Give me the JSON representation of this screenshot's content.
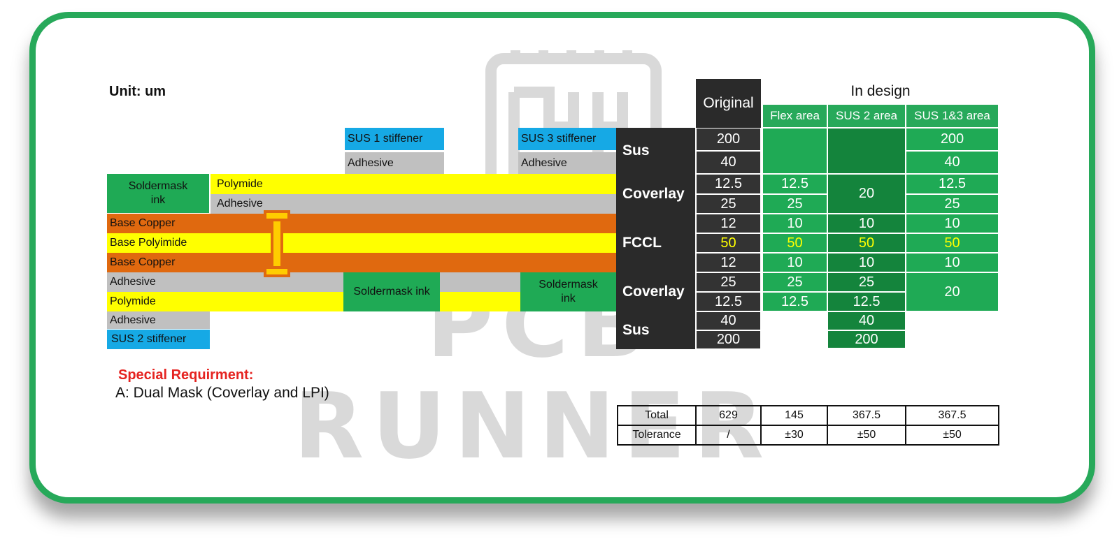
{
  "unit_label": "Unit: um",
  "watermark": {
    "line1": "PCB",
    "line2": "RUNNER"
  },
  "colors": {
    "frame": "#27a95a",
    "yellow_polyimide": "#ffff00",
    "orange_copper": "#e0690f",
    "grey_adhesive": "#c0c0c0",
    "blue_stiffener": "#16a9e5",
    "green_soldermask": "#1faa55",
    "dark_green": "#14843c",
    "black": "#2a2a2a",
    "special_red": "#e52320"
  },
  "stack": {
    "sus1": "SUS 1 stiffener",
    "sus1_adhesive": "Adhesive",
    "sus3": "SUS 3 stiffener",
    "sus3_adhesive": "Adhesive",
    "top_soldermask": "Soldermask ink",
    "top_polyimide": "Polymide",
    "top_adhesive": "Adhesive",
    "base_copper_top": "Base Copper",
    "base_polyimide": "Base Polyimide",
    "base_copper_bottom": "Base Copper",
    "bottom_adhesive": "Adhesive",
    "bottom_polyimide": "Polymide",
    "bottom_soldermask_1": "Soldermask ink",
    "bottom_soldermask_2": "Soldermask ink",
    "sus2_adhesive": "Adhesive",
    "sus2": "SUS 2 stiffener"
  },
  "table": {
    "original_header": "Original",
    "in_design_header": "In design",
    "subheaders": [
      "Flex area",
      "SUS 2 area",
      "SUS 1&3 area"
    ],
    "row_labels": {
      "sus_top": "Sus",
      "coverlay_top": "Coverlay",
      "fccl": "FCCL",
      "coverlay_bottom": "Coverlay",
      "sus_bottom": "Sus"
    },
    "original": [
      "200",
      "40",
      "12.5",
      "25",
      "12",
      "50",
      "12",
      "25",
      "12.5",
      "40",
      "200"
    ],
    "flex": {
      "cov_top_1": "12.5",
      "cov_top_2": "25",
      "cu_top": "10",
      "pi": "50",
      "cu_bot": "10",
      "cov_bot_1": "25",
      "cov_bot_2": "12.5"
    },
    "sus2": {
      "cov_top": "20",
      "cu_top": "10",
      "pi": "50",
      "cu_bot": "10",
      "cov_bot_1": "25",
      "cov_bot_2": "12.5",
      "sus_1": "40",
      "sus_2": "200"
    },
    "sus13": {
      "sus_1": "200",
      "sus_2": "40",
      "cov_top_1": "12.5",
      "cov_top_2": "25",
      "cu_top": "10",
      "pi": "50",
      "cu_bot": "10",
      "cov_bot": "20"
    }
  },
  "totals": {
    "total_label": "Total",
    "tolerance_label": "Tolerance",
    "total_values": [
      "629",
      "145",
      "367.5",
      "367.5"
    ],
    "tolerance_values": [
      "/",
      "±30",
      "±50",
      "±50"
    ]
  },
  "special": {
    "title": "Special Requirment:",
    "item": "A: Dual Mask (Coverlay and LPI)"
  }
}
